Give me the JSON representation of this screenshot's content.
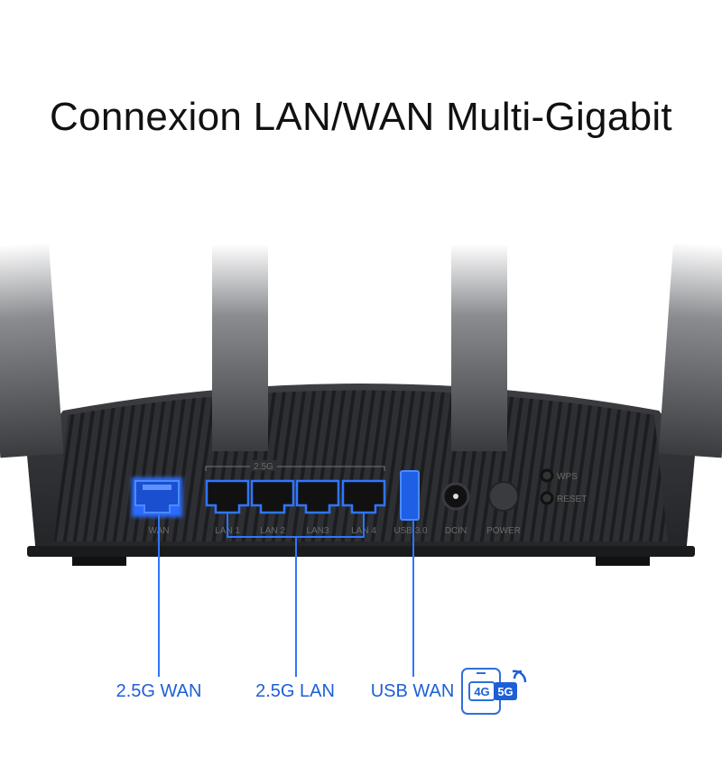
{
  "title": "Connexion LAN/WAN Multi-Gigabit",
  "router": {
    "group_label": "2.5G",
    "ports": [
      "WAN",
      "LAN 1",
      "LAN 2",
      "LAN3",
      "LAN 4",
      "USB 3.0",
      "DCIN",
      "POWER"
    ],
    "buttons": [
      "WPS",
      "RESET"
    ]
  },
  "callouts": {
    "wan": "2.5G WAN",
    "lan": "2.5G LAN",
    "usb": "USB WAN"
  },
  "mobile_badge": {
    "left": "4G",
    "right": "5G"
  },
  "colors": {
    "accent": "#1d5fd6",
    "glow": "#2a6cff",
    "body": "#2c2d30"
  }
}
